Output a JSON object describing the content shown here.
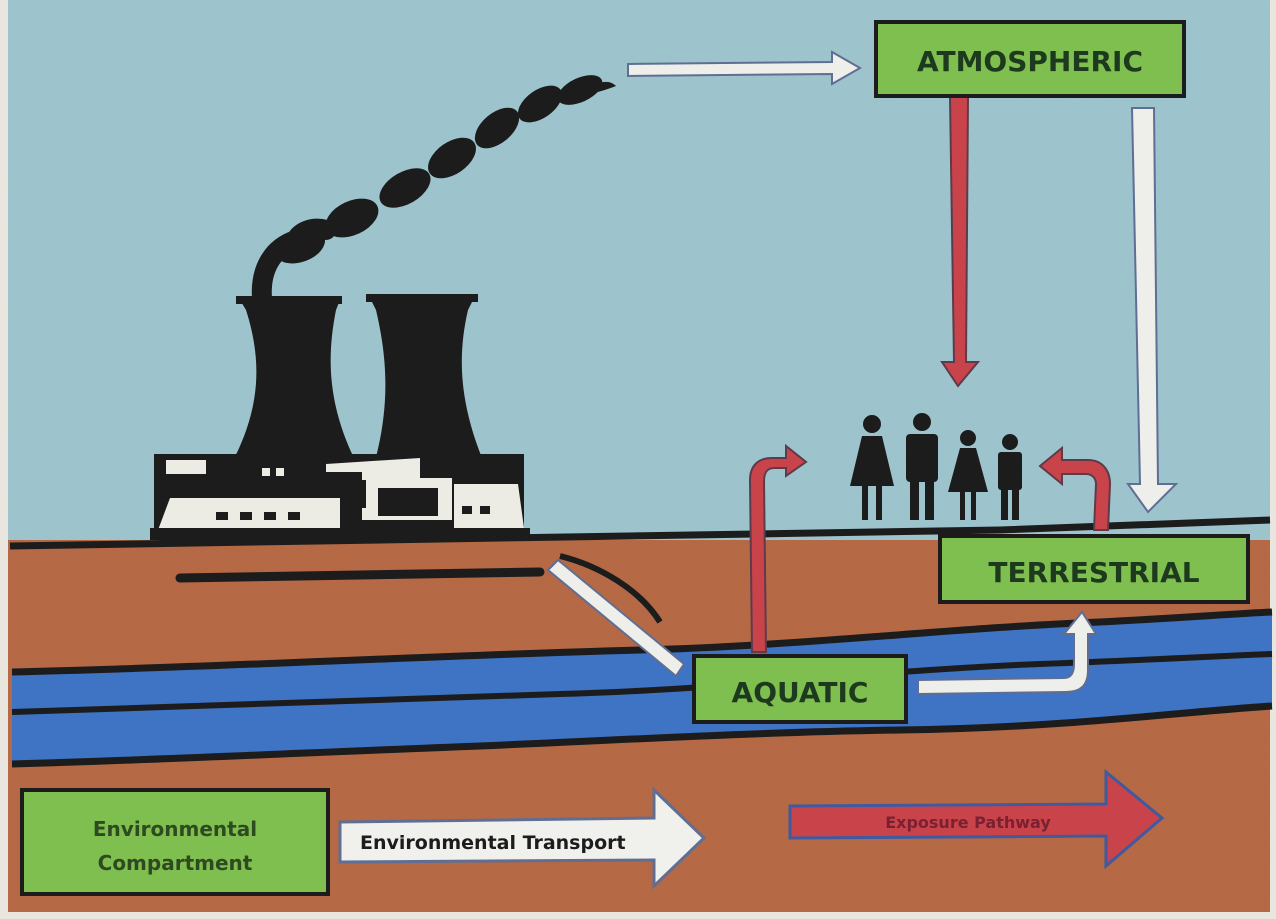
{
  "compartments": {
    "atmospheric": "ATMOSPHERIC",
    "terrestrial": "TERRESTRIAL",
    "aquatic": "AQUATIC"
  },
  "legend": {
    "compartment_line1": "Environmental",
    "compartment_line2": "Compartment",
    "transport": "Environmental Transport",
    "exposure": "Exposure Pathway"
  },
  "colors": {
    "sky": "#9fc6cf",
    "soil": "#b86a45",
    "water": "#3f73c4",
    "compartment_box": "#7fbf4f",
    "transport_arrow": "#eeeeea",
    "exposure_arrow": "#c9444a",
    "silhouette": "#1c1c1c"
  },
  "icons": {
    "plant": "power-plant-icon",
    "smoke": "smoke-plume-icon",
    "people": "family-icon"
  }
}
